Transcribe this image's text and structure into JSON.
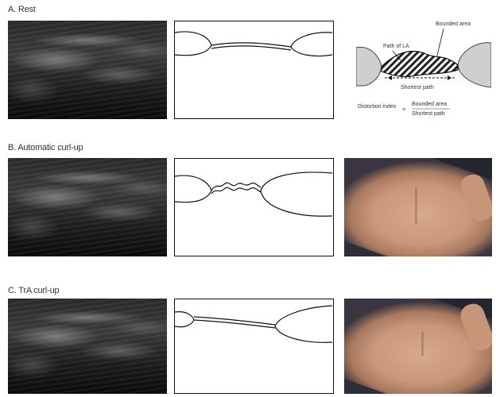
{
  "rows": [
    {
      "title": "A. Rest"
    },
    {
      "title": "B. Automatic curl-up"
    },
    {
      "title": "C. TrA curl-up"
    }
  ],
  "diagram": {
    "path_label": "Path of LA",
    "bounded_label": "Bounded area",
    "shortest_label": "Shortest path",
    "distortion_label": "Distortion index",
    "equals": "=",
    "ratio_top": "Bounded area",
    "ratio_bottom": "Shortest path"
  }
}
